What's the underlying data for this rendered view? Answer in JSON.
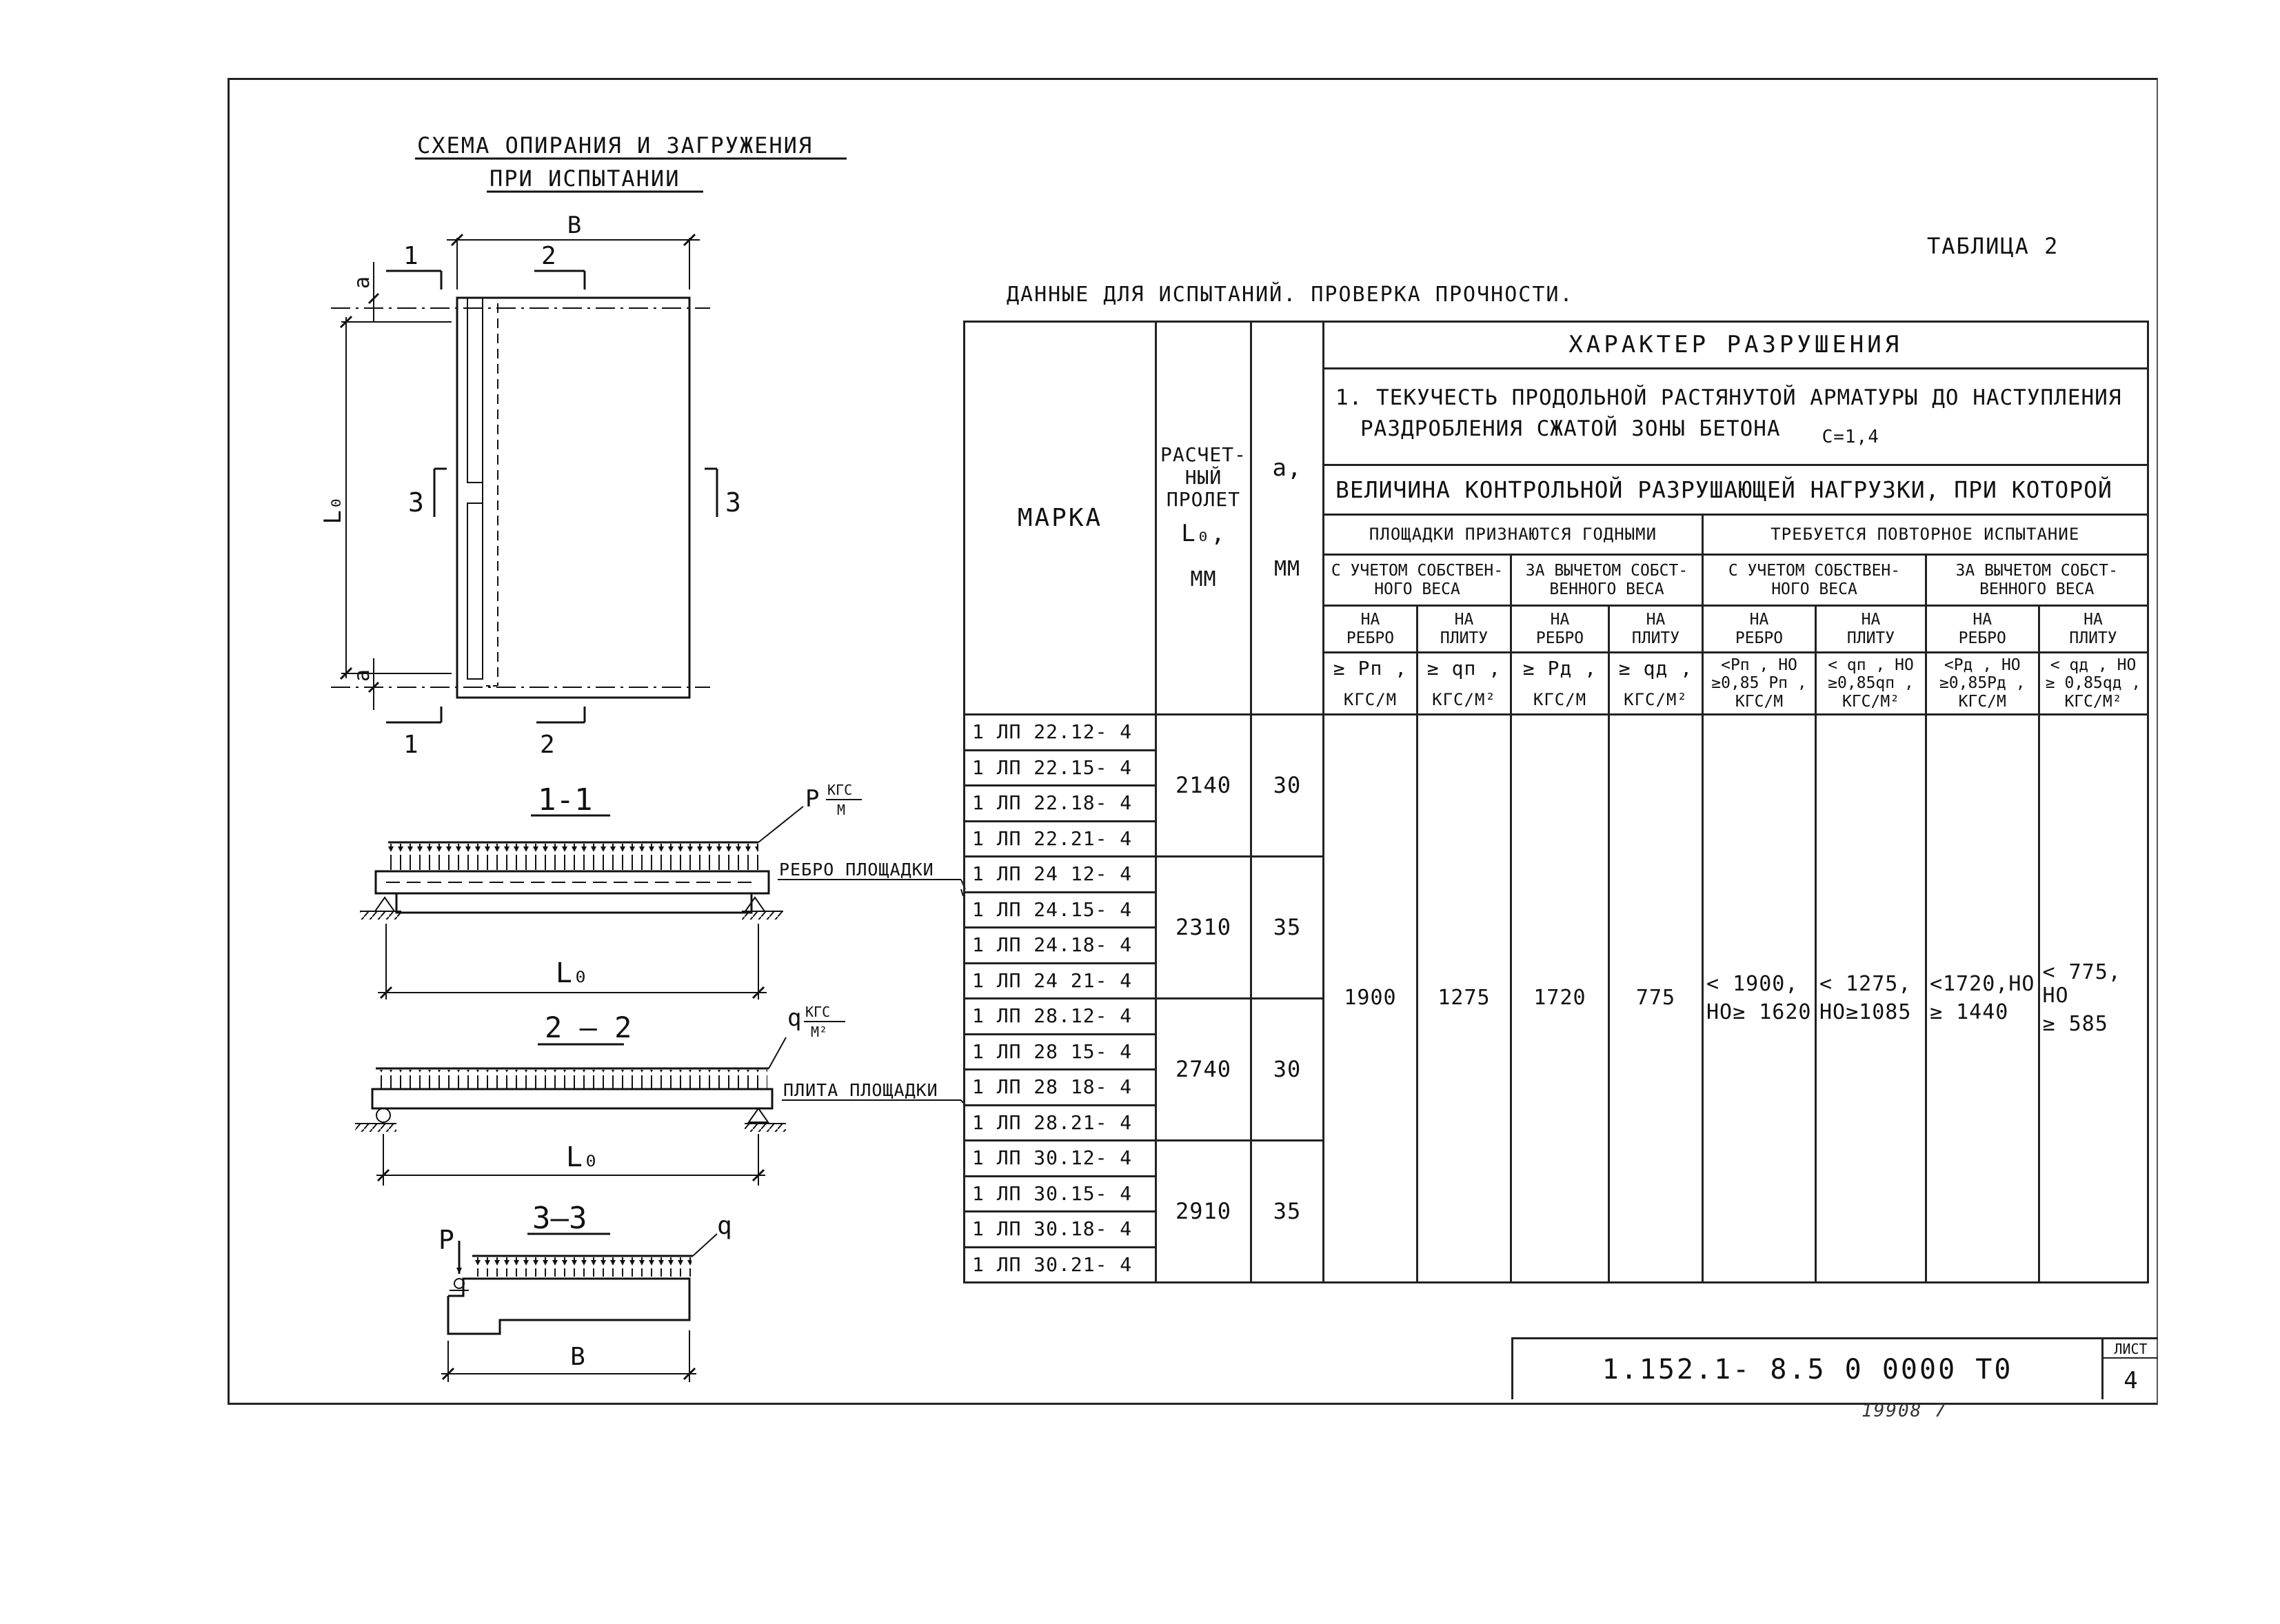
{
  "scheme": {
    "title_line1": "СХЕМА ОПИРАНИЯ И ЗАГРУЖЕНИЯ",
    "title_line2": "ПРИ ИСПЫТАНИИ",
    "plan": {
      "dim_b": "В",
      "dim_a": "а",
      "dim_l0": "L₀",
      "cut1": "1",
      "cut2": "2",
      "cut3": "3"
    },
    "section_1_1": {
      "title": "1-1",
      "load": "Р",
      "load_unit_num": "КГС",
      "load_unit_den": "М",
      "label": "РЕБРО ПЛОЩАДКИ",
      "span": "L₀"
    },
    "section_2_2": {
      "title": "2 — 2",
      "load": "q",
      "load_unit_num": "КГС",
      "load_unit_den": "М²",
      "label": "ПЛИТА ПЛОЩАДКИ",
      "span": "L₀"
    },
    "section_3_3": {
      "title": "3–3",
      "load_p": "Р",
      "load_q": "q",
      "width": "В"
    }
  },
  "table_label": "ТАБЛИЦА 2",
  "table_caption": "ДАННЫЕ ДЛЯ ИСПЫТАНИЙ. ПРОВЕРКА ПРОЧНОСТИ.",
  "table": {
    "h_mark": "МАРКА",
    "h_span": [
      "РАСЧЕТ-",
      "НЫЙ",
      "ПРОЛЕТ",
      "L₀,",
      "ММ"
    ],
    "h_a": [
      "а,",
      "ММ"
    ],
    "h_character": "ХАРАКТЕР РАЗРУШЕНИЯ",
    "h_case_line1": "1. ТЕКУЧЕСТЬ ПРОДОЛЬНОЙ РАСТЯНУТОЙ АРМАТУРЫ ДО НАСТУПЛЕНИЯ",
    "h_case_line2": "РАЗДРОБЛЕНИЯ СЖАТОЙ ЗОНЫ БЕТОНА",
    "h_case_c": "С=1,4",
    "h_control": "ВЕЛИЧИНА КОНТРОЛЬНОЙ РАЗРУШАЮЩЕЙ НАГРУЗКИ, ПРИ КОТОРОЙ",
    "h_accepted": "ПЛОЩАДКИ ПРИЗНАЮТСЯ ГОДНЫМИ",
    "h_retest": "ТРЕБУЕТСЯ ПОВТОРНОЕ ИСПЫТАНИЕ",
    "h_with_weight": [
      "С УЧЕТОМ СОБСТВЕН-",
      "НОГО ВЕСА"
    ],
    "h_minus_weight": [
      "ЗА ВЫЧЕТОМ СОБСТ-",
      "ВЕННОГО ВЕСА"
    ],
    "h_rib": [
      "НА",
      "РЕБРО"
    ],
    "h_slab": [
      "НА",
      "ПЛИТУ"
    ],
    "h_formulas": [
      [
        "≥ Рп ,",
        "КГС/М"
      ],
      [
        "≥ qп ,",
        "КГС/М²"
      ],
      [
        "≥ Рд ,",
        "КГС/М"
      ],
      [
        "≥ qд ,",
        "КГС/М²"
      ],
      [
        "<Рп , НО",
        "≥0,85 Рп ,",
        "КГС/М"
      ],
      [
        "< qп , НО",
        "≥0,85qп ,",
        "КГС/М²"
      ],
      [
        "<Рд , НО",
        "≥0,85Рд ,",
        "КГС/М"
      ],
      [
        "< qд , НО",
        "≥ 0,85qд ,",
        "КГС/М²"
      ]
    ],
    "groups": [
      {
        "marks": [
          "1 ЛП 22.12- 4",
          "1 ЛП 22.15- 4",
          "1 ЛП 22.18- 4",
          "1 ЛП 22.21- 4"
        ],
        "span": "2140",
        "a": "30"
      },
      {
        "marks": [
          "1 ЛП 24 12- 4",
          "1 ЛП 24.15- 4",
          "1 ЛП 24.18- 4",
          "1 ЛП 24 21- 4"
        ],
        "span": "2310",
        "a": "35"
      },
      {
        "marks": [
          "1 ЛП 28.12- 4",
          "1 ЛП 28 15- 4",
          "1 ЛП 28 18- 4",
          "1 ЛП 28.21- 4"
        ],
        "span": "2740",
        "a": "30"
      },
      {
        "marks": [
          "1 ЛП 30.12- 4",
          "1 ЛП 30.15- 4",
          "1 ЛП 30.18- 4",
          "1 ЛП 30.21- 4"
        ],
        "span": "2910",
        "a": "35"
      }
    ],
    "values": [
      [
        "1900"
      ],
      [
        "1275"
      ],
      [
        "1720"
      ],
      [
        "775"
      ],
      [
        "< 1900,",
        "НО≥ 1620"
      ],
      [
        "< 1275,",
        "НО≥1085"
      ],
      [
        "<1720,НО",
        "≥ 1440"
      ],
      [
        "< 775, НО",
        "≥ 585"
      ]
    ]
  },
  "doc_code": "1.152.1- 8.5   0 0000  Т0",
  "sheet_label": "ЛИСТ",
  "sheet_number": "4",
  "stamp_note": "19908 7"
}
